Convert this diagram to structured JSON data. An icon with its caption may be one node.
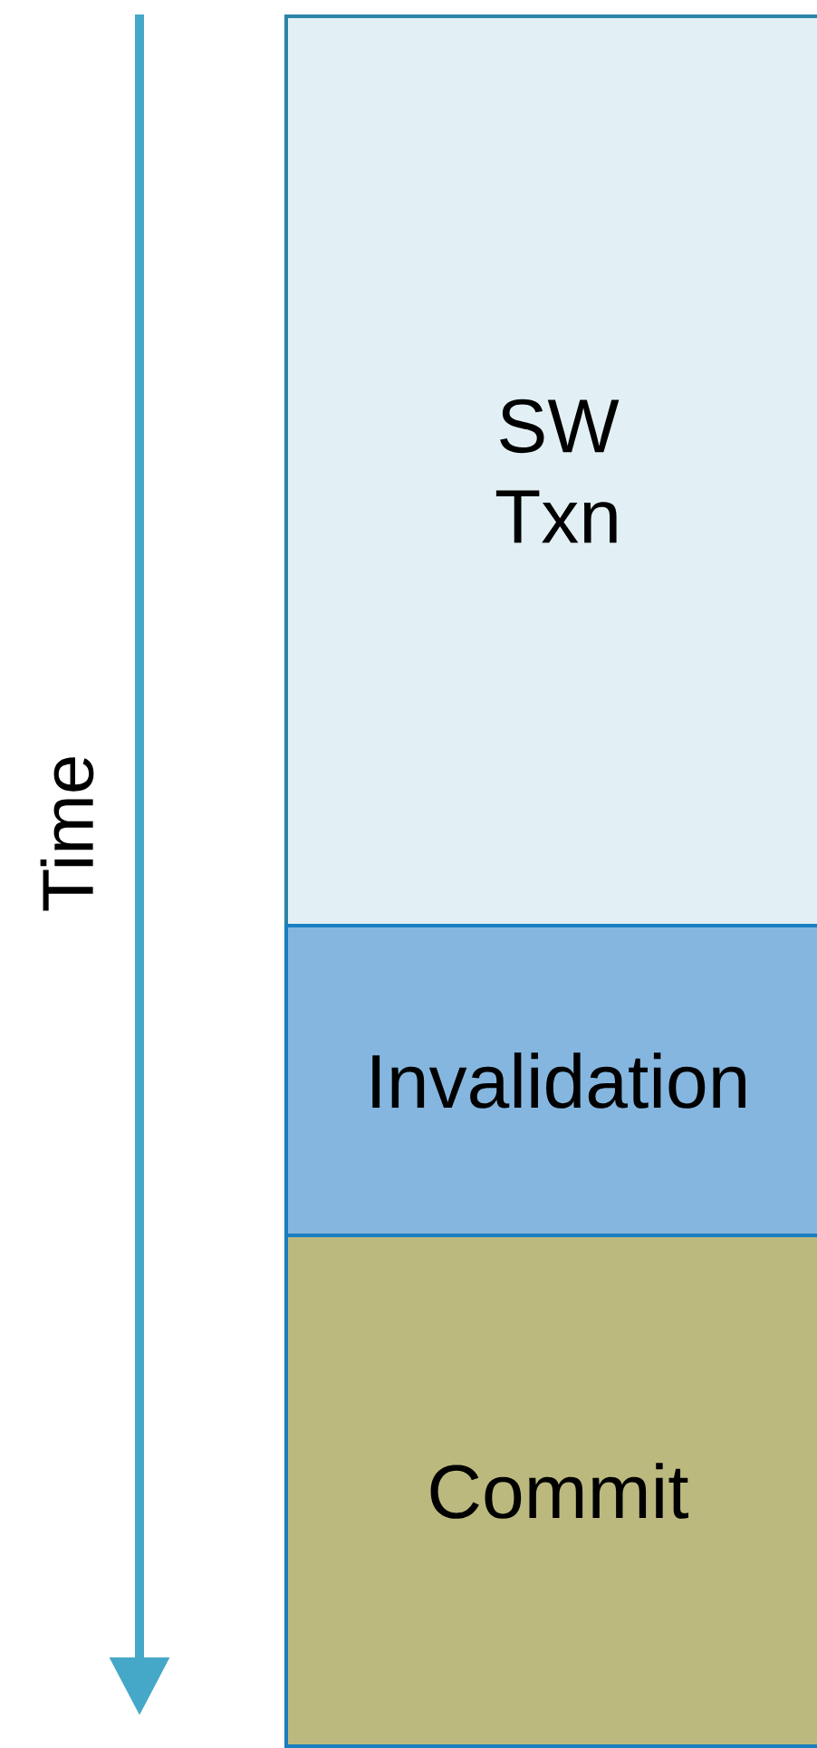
{
  "diagram": {
    "nodes": [
      {
        "text": [
          "SW Txn"
        ]
      },
      {
        "text": [
          "Invalidation"
        ]
      },
      {
        "text": [
          "Commit"
        ]
      }
    ],
    "labels": [
      "Time"
    ]
  }
}
